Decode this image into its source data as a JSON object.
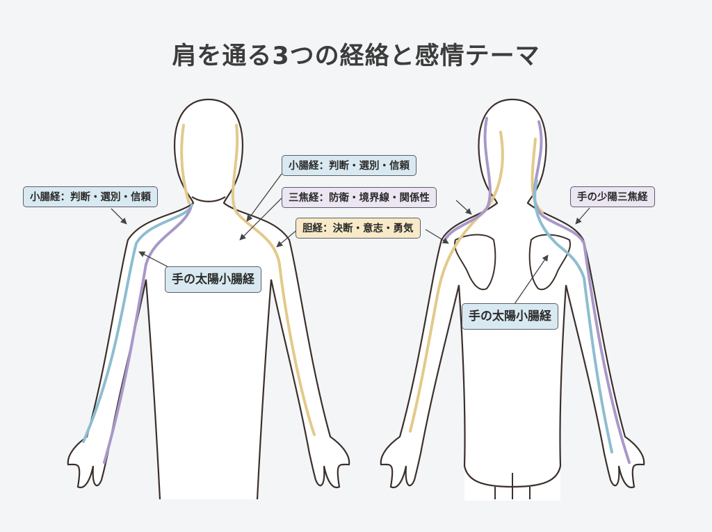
{
  "title": "肩を通る3つの経絡と感情テーマ",
  "colors": {
    "small_intestine": "#8dbdd0",
    "triple_burner": "#a898c8",
    "gallbladder": "#e3c98a",
    "outline": "#3b2f2a"
  },
  "labels": {
    "front_left": "小腸経：判断・選別・信頼",
    "front_top": "小腸経：判断・選別・信頼",
    "front_triple": "三焦経：防衛・境界線・関係性",
    "front_gallbladder": "胆経：決断・意志・勇気",
    "front_meridian": "手の太陽小腸経",
    "back_meridian": "手の太陽小腸経",
    "back_triple": "手の少陽三焦経"
  }
}
